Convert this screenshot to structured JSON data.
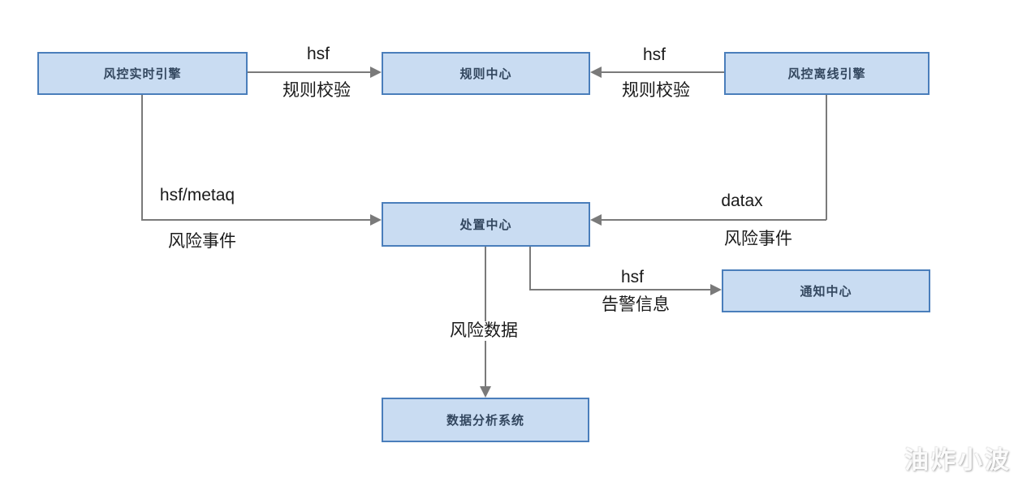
{
  "canvas": {
    "background": "#ffffff"
  },
  "palette": {
    "node_fill": "#c9dcf2",
    "node_border": "#4a7ebb",
    "node_text": "#33475f",
    "connector": "#7a7a7a",
    "edge_label_text": "#1a1a1a"
  },
  "nodes": [
    {
      "id": "realtime-engine",
      "label": "风控实时引擎"
    },
    {
      "id": "rule-center",
      "label": "规则中心"
    },
    {
      "id": "offline-engine",
      "label": "风控离线引擎"
    },
    {
      "id": "disposal-center",
      "label": "处置中心"
    },
    {
      "id": "notify-center",
      "label": "通知中心"
    },
    {
      "id": "data-analysis-system",
      "label": "数据分析系统"
    }
  ],
  "edges": [
    {
      "from": "realtime-engine",
      "to": "rule-center",
      "protocol": "hsf",
      "desc": "规则校验"
    },
    {
      "from": "offline-engine",
      "to": "rule-center",
      "protocol": "hsf",
      "desc": "规则校验"
    },
    {
      "from": "realtime-engine",
      "to": "disposal-center",
      "protocol": "hsf/metaq",
      "desc": "风险事件"
    },
    {
      "from": "offline-engine",
      "to": "disposal-center",
      "protocol": "datax",
      "desc": "风险事件"
    },
    {
      "from": "disposal-center",
      "to": "notify-center",
      "protocol": "hsf",
      "desc": "告警信息"
    },
    {
      "from": "disposal-center",
      "to": "data-analysis-system",
      "protocol": "",
      "desc": "风险数据"
    }
  ],
  "watermark": "油炸小波"
}
